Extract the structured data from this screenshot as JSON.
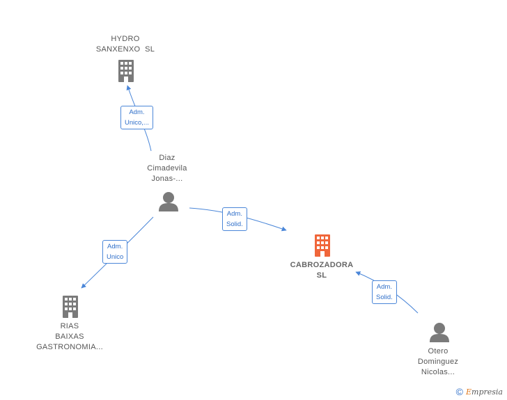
{
  "nodes": {
    "hydro": {
      "lines": [
        "HYDRO",
        "SANXENXO  SL"
      ]
    },
    "diaz": {
      "lines": [
        "Diaz",
        "Cimadevila",
        "Jonas-..."
      ]
    },
    "cabrozadora": {
      "lines": [
        "CABROZADORA",
        "SL"
      ]
    },
    "rias": {
      "lines": [
        "RIAS",
        "BAIXAS",
        "GASTRONOMIA..."
      ]
    },
    "otero": {
      "lines": [
        "Otero",
        "Dominguez",
        "Nicolas..."
      ]
    }
  },
  "edges": {
    "diaz_hydro": {
      "lines": [
        "Adm.",
        "Unico,..."
      ]
    },
    "diaz_cabrozadora": {
      "lines": [
        "Adm.",
        "Solid."
      ]
    },
    "diaz_rias": {
      "lines": [
        "Adm.",
        "Unico"
      ]
    },
    "otero_cabrozadora": {
      "lines": [
        "Adm.",
        "Solid."
      ]
    }
  },
  "footer": {
    "copyright_symbol": "©",
    "brand_first": "E",
    "brand_rest": "mpresia"
  },
  "colors": {
    "company": "#7a7a7a",
    "focus_company": "#f0663a",
    "person": "#7a7a7a",
    "edge": "#4a86d8"
  }
}
